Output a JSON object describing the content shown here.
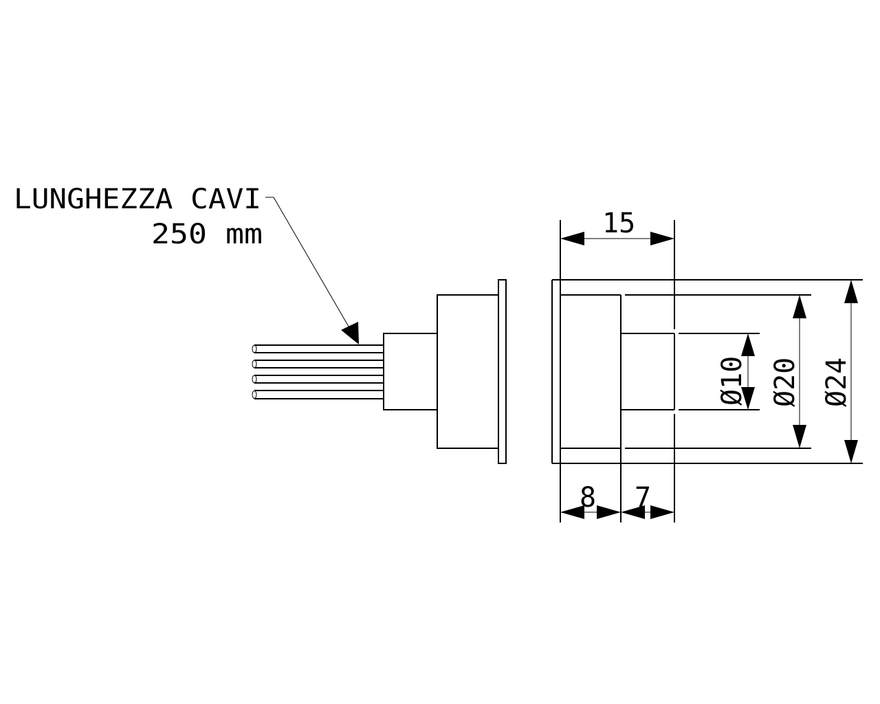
{
  "label": {
    "line1": "LUNGHEZZA CAVI",
    "line2": "250 mm"
  },
  "dimensions": {
    "length_total": "15",
    "length_a": "8",
    "length_b": "7",
    "diameter_inner": "Ø10",
    "diameter_mid": "Ø20",
    "diameter_outer": "Ø24"
  },
  "wire_count": 4
}
